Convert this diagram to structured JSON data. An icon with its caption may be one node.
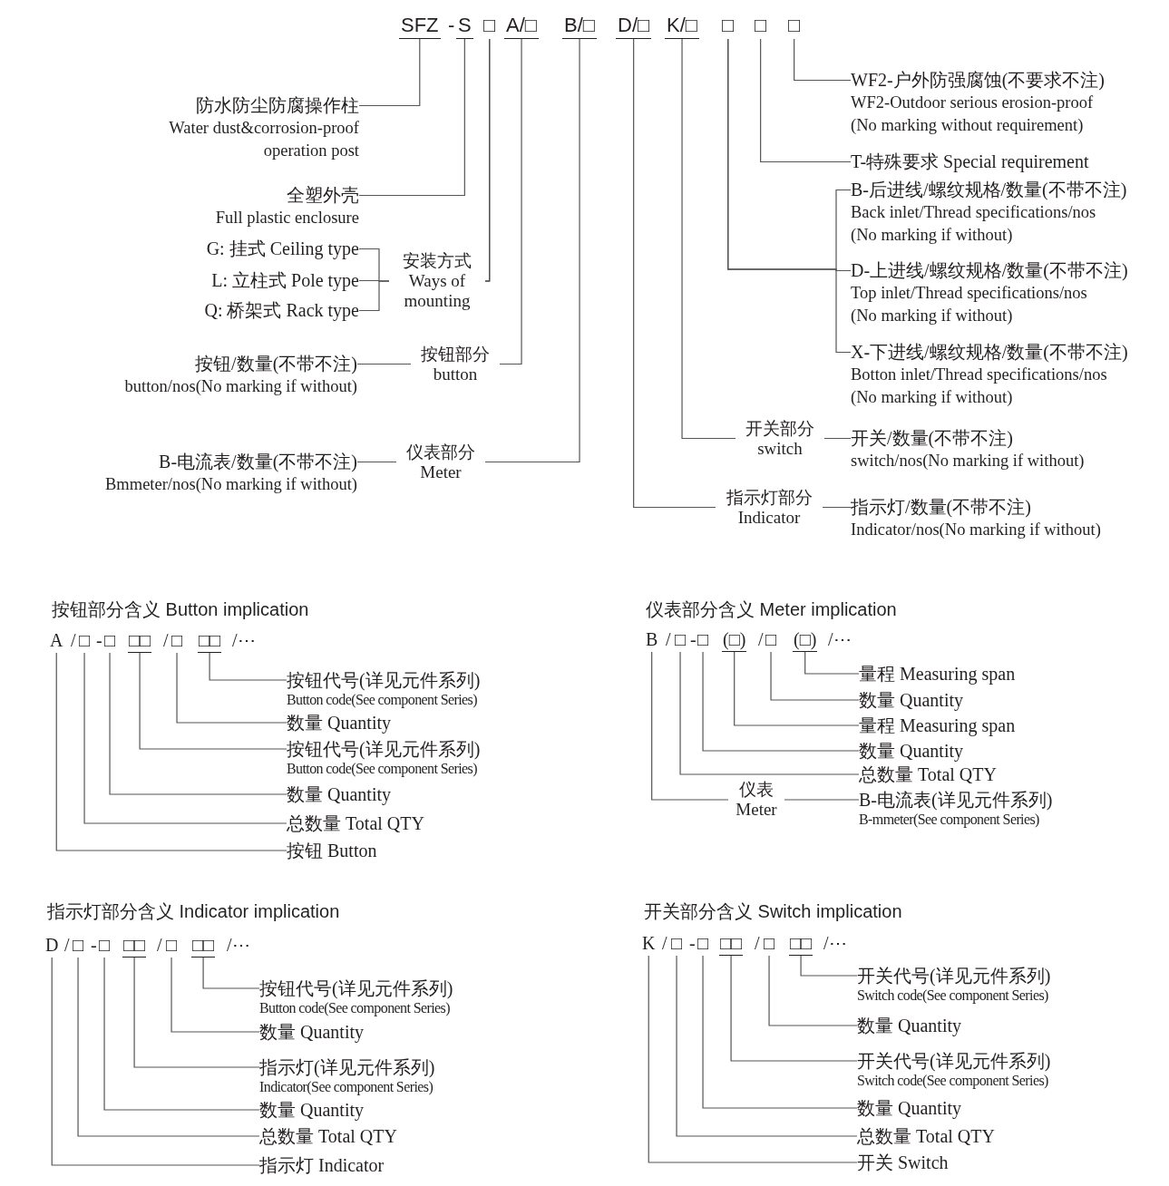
{
  "diagram": {
    "nodes": [
      {
        "text": [
          "SFZ"
        ]
      },
      {
        "text": [
          "S"
        ]
      },
      {
        "text": [
          "□"
        ]
      },
      {
        "text": [
          "A/□"
        ]
      },
      {
        "text": [
          "B/□"
        ]
      },
      {
        "text": [
          "D/□"
        ]
      },
      {
        "text": [
          "K/□"
        ]
      },
      {
        "text": [
          "□"
        ]
      },
      {
        "text": [
          "□"
        ]
      },
      {
        "text": [
          "□"
        ]
      },
      {
        "text": [
          "防水防尘防腐操作柱",
          "Water dust&corrosion-proof operation post"
        ]
      },
      {
        "text": [
          "全塑外壳",
          "Full plastic enclosure"
        ]
      },
      {
        "text": [
          "G: 挂式 Ceiling type"
        ]
      },
      {
        "text": [
          "L: 立柱式 Pole type"
        ]
      },
      {
        "text": [
          "Q: 桥架式 Rack type"
        ]
      },
      {
        "text": [
          "按钮/数量(不带不注)",
          "button/nos(No marking if without)"
        ]
      },
      {
        "text": [
          "B-电流表/数量(不带不注)",
          "Bmmeter/nos(No marking if without)"
        ]
      },
      {
        "text": [
          "WF2-户外防强腐蚀(不要求不注)",
          "WF2-Outdoor serious erosion-proof",
          "(No marking without requirement)"
        ]
      },
      {
        "text": [
          "T-特殊要求 Special requirement"
        ]
      },
      {
        "text": [
          "B-后进线/螺纹规格/数量(不带不注)",
          "Back inlet/Thread specifications/nos",
          "(No marking if without)"
        ]
      },
      {
        "text": [
          "D-上进线/螺纹规格/数量(不带不注)",
          "Top inlet/Thread specifications/nos",
          "(No marking if without)"
        ]
      },
      {
        "text": [
          "X-下进线/螺纹规格/数量(不带不注)",
          "Botton inlet/Thread specifications/nos",
          "(No marking if without)"
        ]
      },
      {
        "text": [
          "开关/数量(不带不注)",
          "switch/nos(No marking if without)"
        ]
      },
      {
        "text": [
          "指示灯/数量(不带不注)",
          "Indicator/nos(No marking if without)"
        ]
      },
      {
        "text": [
          "A"
        ]
      },
      {
        "text": [
          "□"
        ]
      },
      {
        "text": [
          "□"
        ]
      },
      {
        "text": [
          "□□"
        ]
      },
      {
        "text": [
          "□"
        ]
      },
      {
        "text": [
          "□□"
        ]
      },
      {
        "text": [
          "按钮代号(详见元件系列)",
          "Button code(See component Series)"
        ]
      },
      {
        "text": [
          "数量 Quantity"
        ]
      },
      {
        "text": [
          "按钮代号(详见元件系列)",
          "Button code(See component Series)"
        ]
      },
      {
        "text": [
          "数量 Quantity"
        ]
      },
      {
        "text": [
          "总数量 Total QTY"
        ]
      },
      {
        "text": [
          "按钮 Button"
        ]
      },
      {
        "text": [
          "B"
        ]
      },
      {
        "text": [
          "□"
        ]
      },
      {
        "text": [
          "□"
        ]
      },
      {
        "text": [
          "(□)"
        ]
      },
      {
        "text": [
          "□"
        ]
      },
      {
        "text": [
          "(□)"
        ]
      },
      {
        "text": [
          "量程 Measuring span"
        ]
      },
      {
        "text": [
          "数量 Quantity"
        ]
      },
      {
        "text": [
          "量程 Measuring span"
        ]
      },
      {
        "text": [
          "数量 Quantity"
        ]
      },
      {
        "text": [
          "总数量 Total QTY"
        ]
      },
      {
        "text": [
          "B-电流表(详见元件系列)",
          "B-mmeter(See component Series)"
        ]
      },
      {
        "text": [
          "D"
        ]
      },
      {
        "text": [
          "□"
        ]
      },
      {
        "text": [
          "□"
        ]
      },
      {
        "text": [
          "□□"
        ]
      },
      {
        "text": [
          "□"
        ]
      },
      {
        "text": [
          "□□"
        ]
      },
      {
        "text": [
          "按钮代号(详见元件系列)",
          "Button code(See component Series)"
        ]
      },
      {
        "text": [
          "数量 Quantity"
        ]
      },
      {
        "text": [
          "指示灯(详见元件系列)",
          "Indicator(See component Series)"
        ]
      },
      {
        "text": [
          "数量 Quantity"
        ]
      },
      {
        "text": [
          "总数量 Total QTY"
        ]
      },
      {
        "text": [
          "指示灯 Indicator"
        ]
      },
      {
        "text": [
          "K"
        ]
      },
      {
        "text": [
          "□"
        ]
      },
      {
        "text": [
          "□"
        ]
      },
      {
        "text": [
          "□□"
        ]
      },
      {
        "text": [
          "□"
        ]
      },
      {
        "text": [
          "□□"
        ]
      },
      {
        "text": [
          "开关代号(详见元件系列)",
          "Switch code(See component Series)"
        ]
      },
      {
        "text": [
          "数量 Quantity"
        ]
      },
      {
        "text": [
          "开关代号(详见元件系列)",
          "Switch code(See component Series)"
        ]
      },
      {
        "text": [
          "数量 Quantity"
        ]
      },
      {
        "text": [
          "总数量 Total QTY"
        ]
      },
      {
        "text": [
          "开关 Switch"
        ]
      }
    ],
    "edges": [
      {
        "from": 0,
        "to": 10,
        "arrow": "none"
      },
      {
        "from": 1,
        "to": 11,
        "arrow": "none"
      },
      {
        "from": 2,
        "to": 12,
        "arrow": "none"
      },
      {
        "from": 2,
        "to": 13,
        "arrow": "none",
        "label": "安装方式 Ways of mounting"
      },
      {
        "from": 2,
        "to": 14,
        "arrow": "none"
      },
      {
        "from": 3,
        "to": 15,
        "arrow": "none",
        "label": "按钮部分 button"
      },
      {
        "from": 4,
        "to": 16,
        "arrow": "none",
        "label": "仪表部分 Meter"
      },
      {
        "from": 9,
        "to": 17,
        "arrow": "none"
      },
      {
        "from": 8,
        "to": 18,
        "arrow": "none"
      },
      {
        "from": 7,
        "to": 19,
        "arrow": "none"
      },
      {
        "from": 7,
        "to": 20,
        "arrow": "none"
      },
      {
        "from": 7,
        "to": 21,
        "arrow": "none"
      },
      {
        "from": 6,
        "to": 22,
        "arrow": "none",
        "label": "开关部分 switch"
      },
      {
        "from": 5,
        "to": 23,
        "arrow": "none",
        "label": "指示灯部分 Indicator"
      },
      {
        "from": 29,
        "to": 30,
        "arrow": "none"
      },
      {
        "from": 28,
        "to": 31,
        "arrow": "none"
      },
      {
        "from": 27,
        "to": 32,
        "arrow": "none"
      },
      {
        "from": 26,
        "to": 33,
        "arrow": "none"
      },
      {
        "from": 25,
        "to": 34,
        "arrow": "none"
      },
      {
        "from": 24,
        "to": 35,
        "arrow": "none"
      },
      {
        "from": 41,
        "to": 42,
        "arrow": "none"
      },
      {
        "from": 40,
        "to": 43,
        "arrow": "none"
      },
      {
        "from": 39,
        "to": 44,
        "arrow": "none"
      },
      {
        "from": 38,
        "to": 45,
        "arrow": "none"
      },
      {
        "from": 37,
        "to": 46,
        "arrow": "none"
      },
      {
        "from": 36,
        "to": 47,
        "arrow": "none",
        "label": "仪表 Meter"
      },
      {
        "from": 53,
        "to": 54,
        "arrow": "none"
      },
      {
        "from": 52,
        "to": 55,
        "arrow": "none"
      },
      {
        "from": 51,
        "to": 56,
        "arrow": "none"
      },
      {
        "from": 50,
        "to": 57,
        "arrow": "none"
      },
      {
        "from": 49,
        "to": 58,
        "arrow": "none"
      },
      {
        "from": 48,
        "to": 59,
        "arrow": "none"
      },
      {
        "from": 65,
        "to": 66,
        "arrow": "none"
      },
      {
        "from": 64,
        "to": 67,
        "arrow": "none"
      },
      {
        "from": 63,
        "to": 68,
        "arrow": "none"
      },
      {
        "from": 62,
        "to": 69,
        "arrow": "none"
      },
      {
        "from": 61,
        "to": 70,
        "arrow": "none"
      },
      {
        "from": 60,
        "to": 71,
        "arrow": "none"
      }
    ],
    "labels": [
      "-",
      "按钮部分含义 Button implication",
      "/",
      "-",
      "/",
      "/⋯",
      "仪表部分含义 Meter implication",
      "/",
      "-",
      "/",
      "/⋯",
      "指示灯部分含义 Indicator implication",
      "/",
      "-",
      "/",
      "/⋯",
      "开关部分含义 Switch implication",
      "/",
      "-",
      "/",
      "/⋯"
    ]
  }
}
